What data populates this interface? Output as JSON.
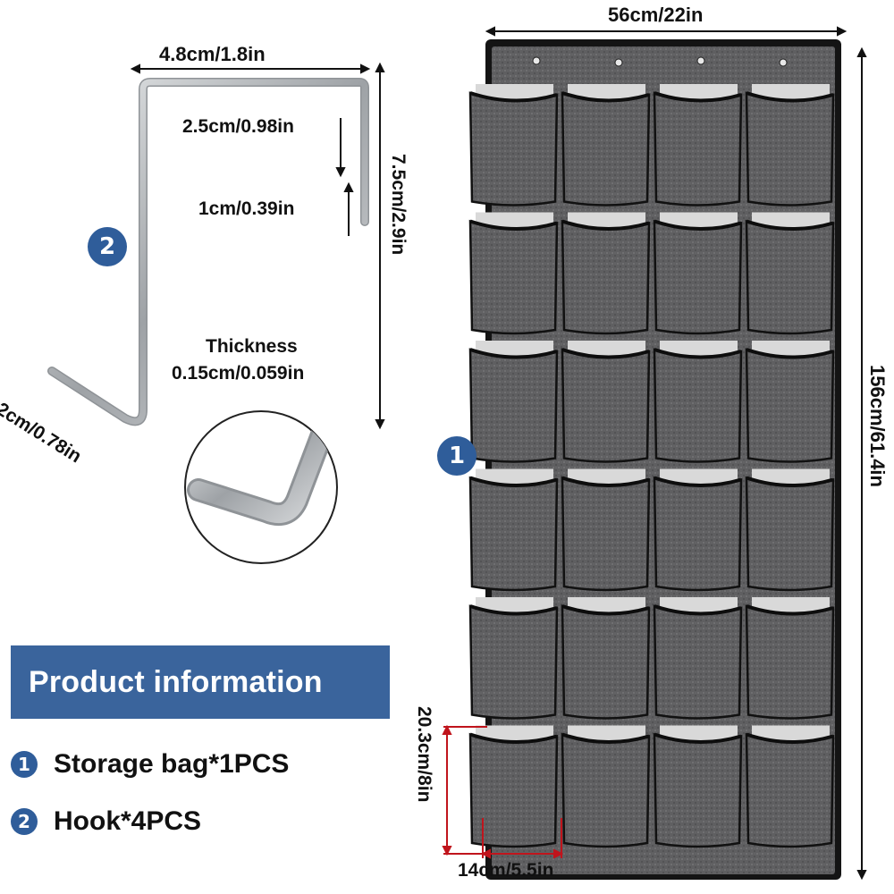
{
  "hook": {
    "badge": "2",
    "dim_width": "4.8cm/1.8in",
    "dim_top_drop": "2.5cm/0.98in",
    "dim_tip": "1cm/0.39in",
    "dim_height": "7.5cm/2.9in",
    "dim_foot": "2cm/0.78in",
    "thickness_label": "Thickness",
    "thickness_value": "0.15cm/0.059in",
    "color": "#c7cacc"
  },
  "organizer": {
    "badge": "1",
    "dim_width": "56cm/22in",
    "dim_height": "156cm/61.4in",
    "dim_pocket_height": "20.3cm/8in",
    "dim_pocket_width": "14cm/5.5in",
    "rows": 6,
    "columns": 4,
    "fabric_color": "#5d5d5f",
    "edge_color": "#141414",
    "marker_color": "#c0141c"
  },
  "info": {
    "title": "Product information",
    "banner_color": "#3a649c",
    "items": [
      {
        "badge": "1",
        "text": "Storage bag*1PCS"
      },
      {
        "badge": "2",
        "text": "Hook*4PCS"
      }
    ]
  }
}
